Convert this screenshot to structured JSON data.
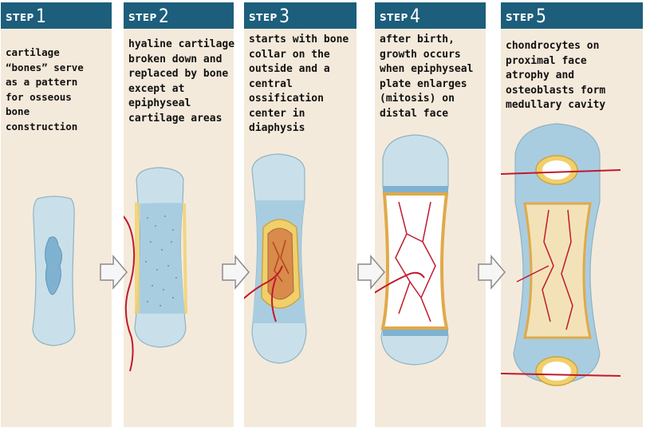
{
  "colors": {
    "header": "#1c5e7b",
    "panel": "#f4eadb",
    "cartilage": "#c9e0ea",
    "blue_zone": "#a9cde0",
    "bone_collar": "#f1cf6a",
    "vessel": "#c0192e"
  },
  "steps": [
    {
      "word": "STEP",
      "number": "1",
      "text": "cartilage\n“bones” serve\nas a pattern\nfor osseous\nbone\nconstruction"
    },
    {
      "word": "STEP",
      "number": "2",
      "text": "hyaline cartilage\nbroken down and\nreplaced by bone\nexcept at\nepiphyseal\ncartilage areas"
    },
    {
      "word": "STEP",
      "number": "3",
      "text": "starts with bone\ncollar on the\noutside and a\ncentral\nossification\ncenter in\ndiaphysis"
    },
    {
      "word": "STEP",
      "number": "4",
      "text": "after birth,\ngrowth occurs\nwhen epiphyseal\nplate enlarges\n(mitosis) on\ndistal face"
    },
    {
      "word": "STEP",
      "number": "5",
      "text": "chondrocytes on\nproximal face\natrophy and\nosteoblasts form\nmedullary cavity"
    }
  ],
  "arrow_icons": [
    "right-arrow-icon",
    "right-arrow-icon",
    "right-arrow-icon",
    "right-arrow-icon"
  ]
}
